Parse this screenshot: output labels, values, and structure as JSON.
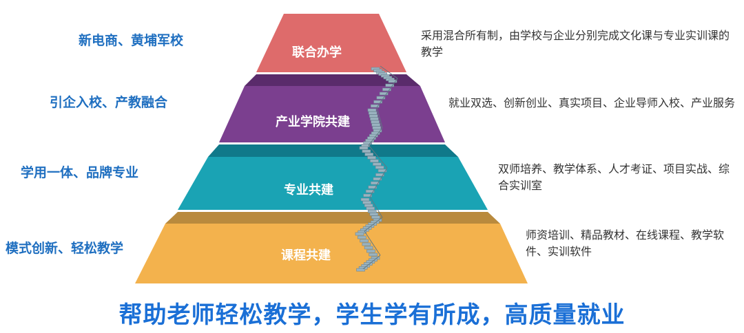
{
  "tiers": [
    {
      "label": "联合办学",
      "left_label": "新电商、黄埔军校",
      "description": "采用混合所有制，由学校与企业分别完成文化课与专业实训课的教学",
      "color": "#de6b6b",
      "top_color": "#b04a4a"
    },
    {
      "label": "产业学院共建",
      "left_label": "引企入校、产教融合",
      "description": "就业双选、创新创业、真实项目、企业导师入校、产业服务",
      "color": "#7b3f8f",
      "top_color": "#5a2b6b"
    },
    {
      "label": "专业共建",
      "left_label": "学用一体、品牌专业",
      "description": "双师培养、教学体系、人才考证、项目实战、综合实训室",
      "color": "#1aa3b4",
      "top_color": "#10798a"
    },
    {
      "label": "课程共建",
      "left_label": "模式创新、轻松教学",
      "description": "师资培训、精品教材、在线课程、教学软件、实训软件",
      "color": "#f3b24d",
      "top_color": "#b98a3d"
    }
  ],
  "slogan": "帮助老师轻松教学，学生学有所成，高质量就业",
  "colors": {
    "left_label": "#1f6fc0",
    "slogan": "#1a6fd6",
    "stair": "#9ab3c0"
  }
}
